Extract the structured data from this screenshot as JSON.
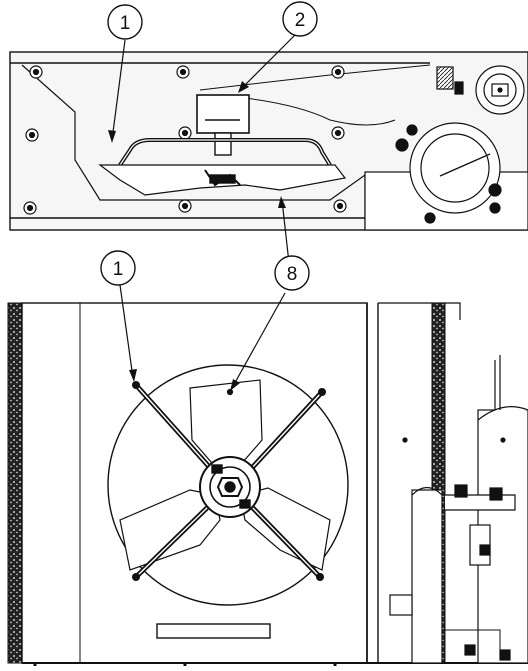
{
  "callouts": {
    "top_left": "1",
    "top_right": "2",
    "bottom_left": "1",
    "bottom_right": "8"
  },
  "colors": {
    "line": "#111111",
    "panel": "#f2f2f2",
    "background": "#ffffff",
    "insulation": "#222222"
  }
}
